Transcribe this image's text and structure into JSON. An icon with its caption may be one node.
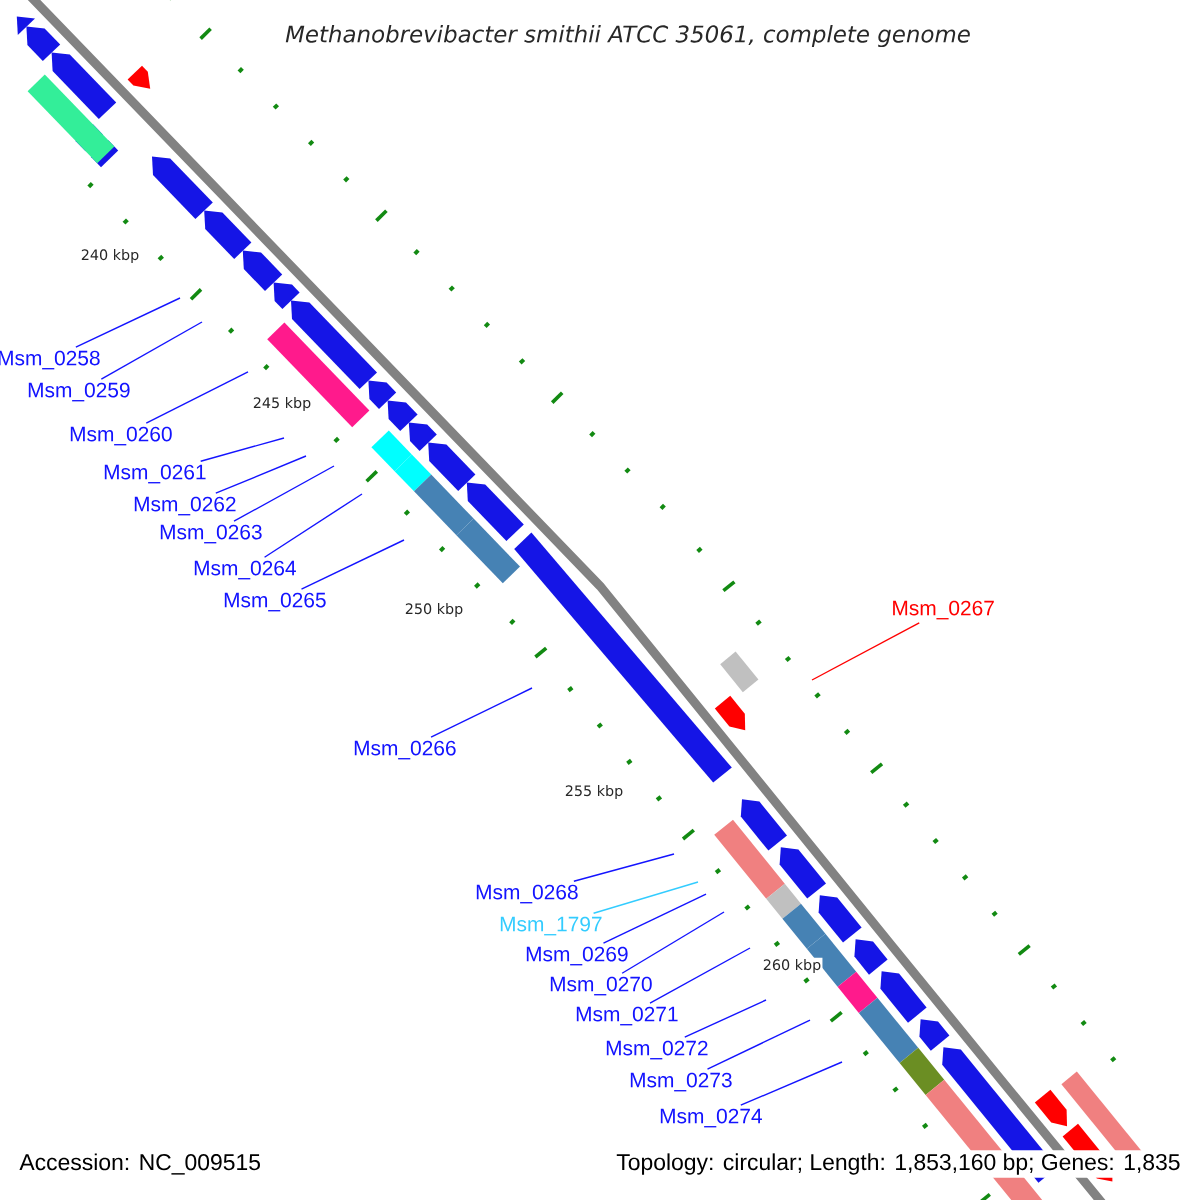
{
  "diagram": {
    "title": "Methanobrevibacter smithii ATCC 35061, complete genome",
    "nodes": [
      {
        "text": [
          "Msm_0258"
        ]
      },
      {
        "text": [
          "Msm_0259"
        ]
      },
      {
        "text": [
          "Msm_0260"
        ]
      },
      {
        "text": [
          "Msm_0261"
        ]
      },
      {
        "text": [
          "Msm_0262"
        ]
      },
      {
        "text": [
          "Msm_0263"
        ]
      },
      {
        "text": [
          "Msm_0264"
        ]
      },
      {
        "text": [
          "Msm_0265"
        ]
      },
      {
        "text": [
          "Msm_0267"
        ]
      },
      {
        "text": [
          "Msm_0266"
        ]
      },
      {
        "text": [
          "Msm_0268"
        ]
      },
      {
        "text": [
          "Msm_1797"
        ]
      },
      {
        "text": [
          "Msm_0269"
        ]
      },
      {
        "text": [
          "Msm_0270"
        ]
      },
      {
        "text": [
          "Msm_0271"
        ]
      },
      {
        "text": [
          "Msm_0272"
        ]
      },
      {
        "text": [
          "Msm_0273"
        ]
      },
      {
        "text": [
          "Msm_0274"
        ]
      }
    ],
    "edges": [
      {
        "from": 0,
        "to": null,
        "arrow": "none"
      },
      {
        "from": 1,
        "to": null,
        "arrow": "none"
      },
      {
        "from": 2,
        "to": null,
        "arrow": "none"
      },
      {
        "from": 3,
        "to": null,
        "arrow": "none"
      },
      {
        "from": 4,
        "to": null,
        "arrow": "none"
      },
      {
        "from": 5,
        "to": null,
        "arrow": "none"
      },
      {
        "from": 6,
        "to": null,
        "arrow": "none"
      },
      {
        "from": 7,
        "to": null,
        "arrow": "none"
      },
      {
        "from": 8,
        "to": null,
        "arrow": "none",
        "color": "#ff0000"
      },
      {
        "from": 9,
        "to": null,
        "arrow": "none"
      },
      {
        "from": 10,
        "to": null,
        "arrow": "none"
      },
      {
        "from": 11,
        "to": null,
        "arrow": "none",
        "color": "#33ccff"
      },
      {
        "from": 12,
        "to": null,
        "arrow": "none"
      },
      {
        "from": 13,
        "to": null,
        "arrow": "none"
      },
      {
        "from": 14,
        "to": null,
        "arrow": "none"
      },
      {
        "from": 15,
        "to": null,
        "arrow": "none"
      },
      {
        "from": 16,
        "to": null,
        "arrow": "none"
      },
      {
        "from": 17,
        "to": null,
        "arrow": "none"
      }
    ],
    "labels": [
      "240 kbp",
      "245 kbp",
      "250 kbp",
      "255 kbp",
      "260 kbp",
      "Accession: NC_009515",
      "Topology: circular; Length: 1,853,160 bp; Genes: 1,835"
    ]
  }
}
